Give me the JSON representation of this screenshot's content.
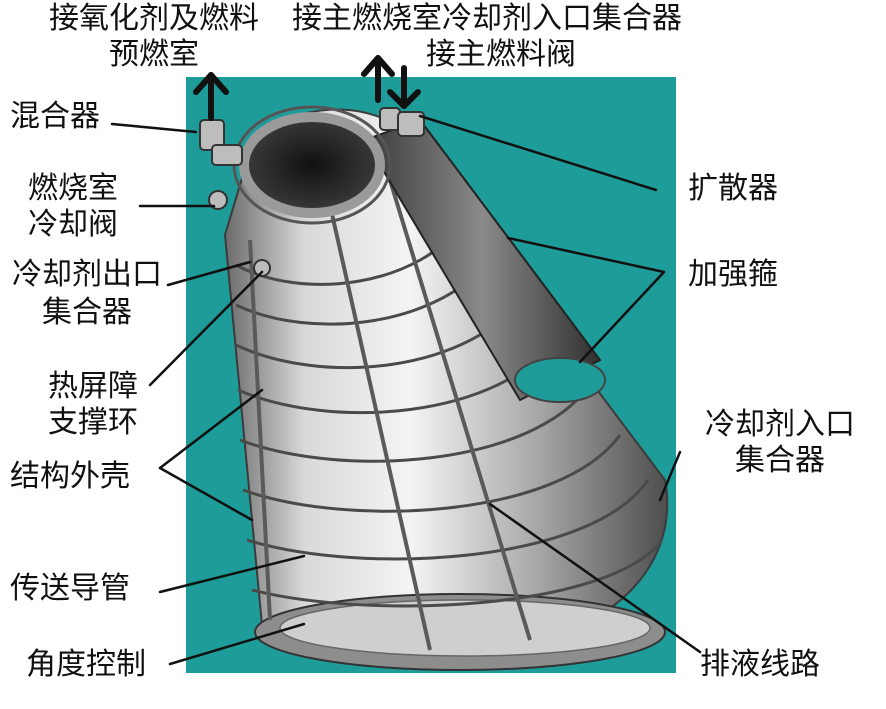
{
  "colors": {
    "background": "#ffffff",
    "panel": "#1e9c9a",
    "metal_light": "#e6e6e6",
    "metal_dark": "#555555",
    "leader": "#111111"
  },
  "labels": {
    "oxidizer_preburner_line1": "接氧化剂及燃料",
    "oxidizer_preburner_line2": "预燃室",
    "chamber_coolant_inlet_manifold": "接主燃烧室冷却剂入口集合器",
    "main_fuel_valve": "接主燃料阀",
    "mixer": "混合器",
    "chamber_coolant_valve_line1": "燃烧室",
    "chamber_coolant_valve_line2": "冷却阀",
    "coolant_outlet_manifold_line1": "冷却剂出口",
    "coolant_outlet_manifold_line2": "集合器",
    "heat_shield_ring_line1": "热屏障",
    "heat_shield_ring_line2": "支撑环",
    "structural_jacket": "结构外壳",
    "transfer_duct": "传送导管",
    "angle_control": "角度控制",
    "diffuser": "扩散器",
    "hatband": "加强箍",
    "coolant_inlet_manifold_line1": "冷却剂入口",
    "coolant_inlet_manifold_line2": "集合器",
    "drain_line": "排液线路"
  },
  "icons": [
    "up-arrow-icon",
    "double-arrow-icon"
  ]
}
